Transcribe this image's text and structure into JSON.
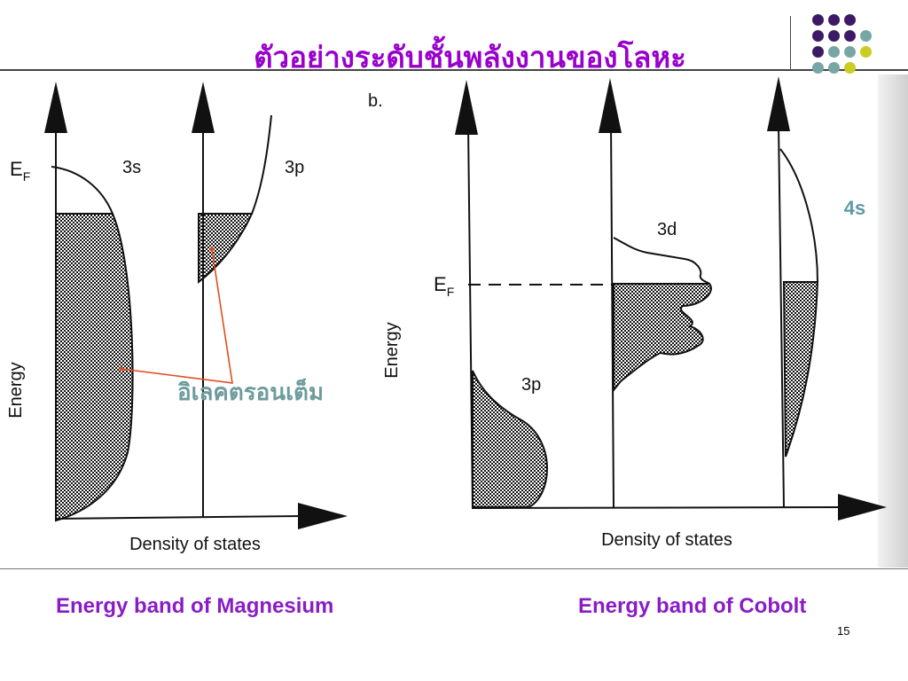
{
  "slide": {
    "title": "ตัวอย่างระดับชั้นพลังงานของโลหะ",
    "title_color": "#9900CC",
    "caption_color": "#8A1CC6",
    "page_number": "15"
  },
  "decor": {
    "dot_colors": {
      "purple": "#3D1A66",
      "teal": "#78A6A6",
      "yellow": "#CCCC22"
    }
  },
  "mg": {
    "fermi_label_main": "E",
    "fermi_label_sub": "F",
    "band_3s": "3s",
    "band_3p": "3p",
    "yaxis": "Energy",
    "xaxis": "Density of states",
    "annotation": "อิเลคตรอนเต็ม",
    "annotation_color": "#6E9C9C",
    "pointer_color": "#E04E1E",
    "caption": "Energy band of Magnesium"
  },
  "co": {
    "panel_label": "b.",
    "fermi_label_main": "E",
    "fermi_label_sub": "F",
    "band_3d": "3d",
    "band_3p": "3p",
    "band_4s": "4s",
    "band_4s_color": "#5E9AA6",
    "yaxis": "Energy",
    "xaxis": "Density of states",
    "caption": "Energy band of Cobolt"
  }
}
